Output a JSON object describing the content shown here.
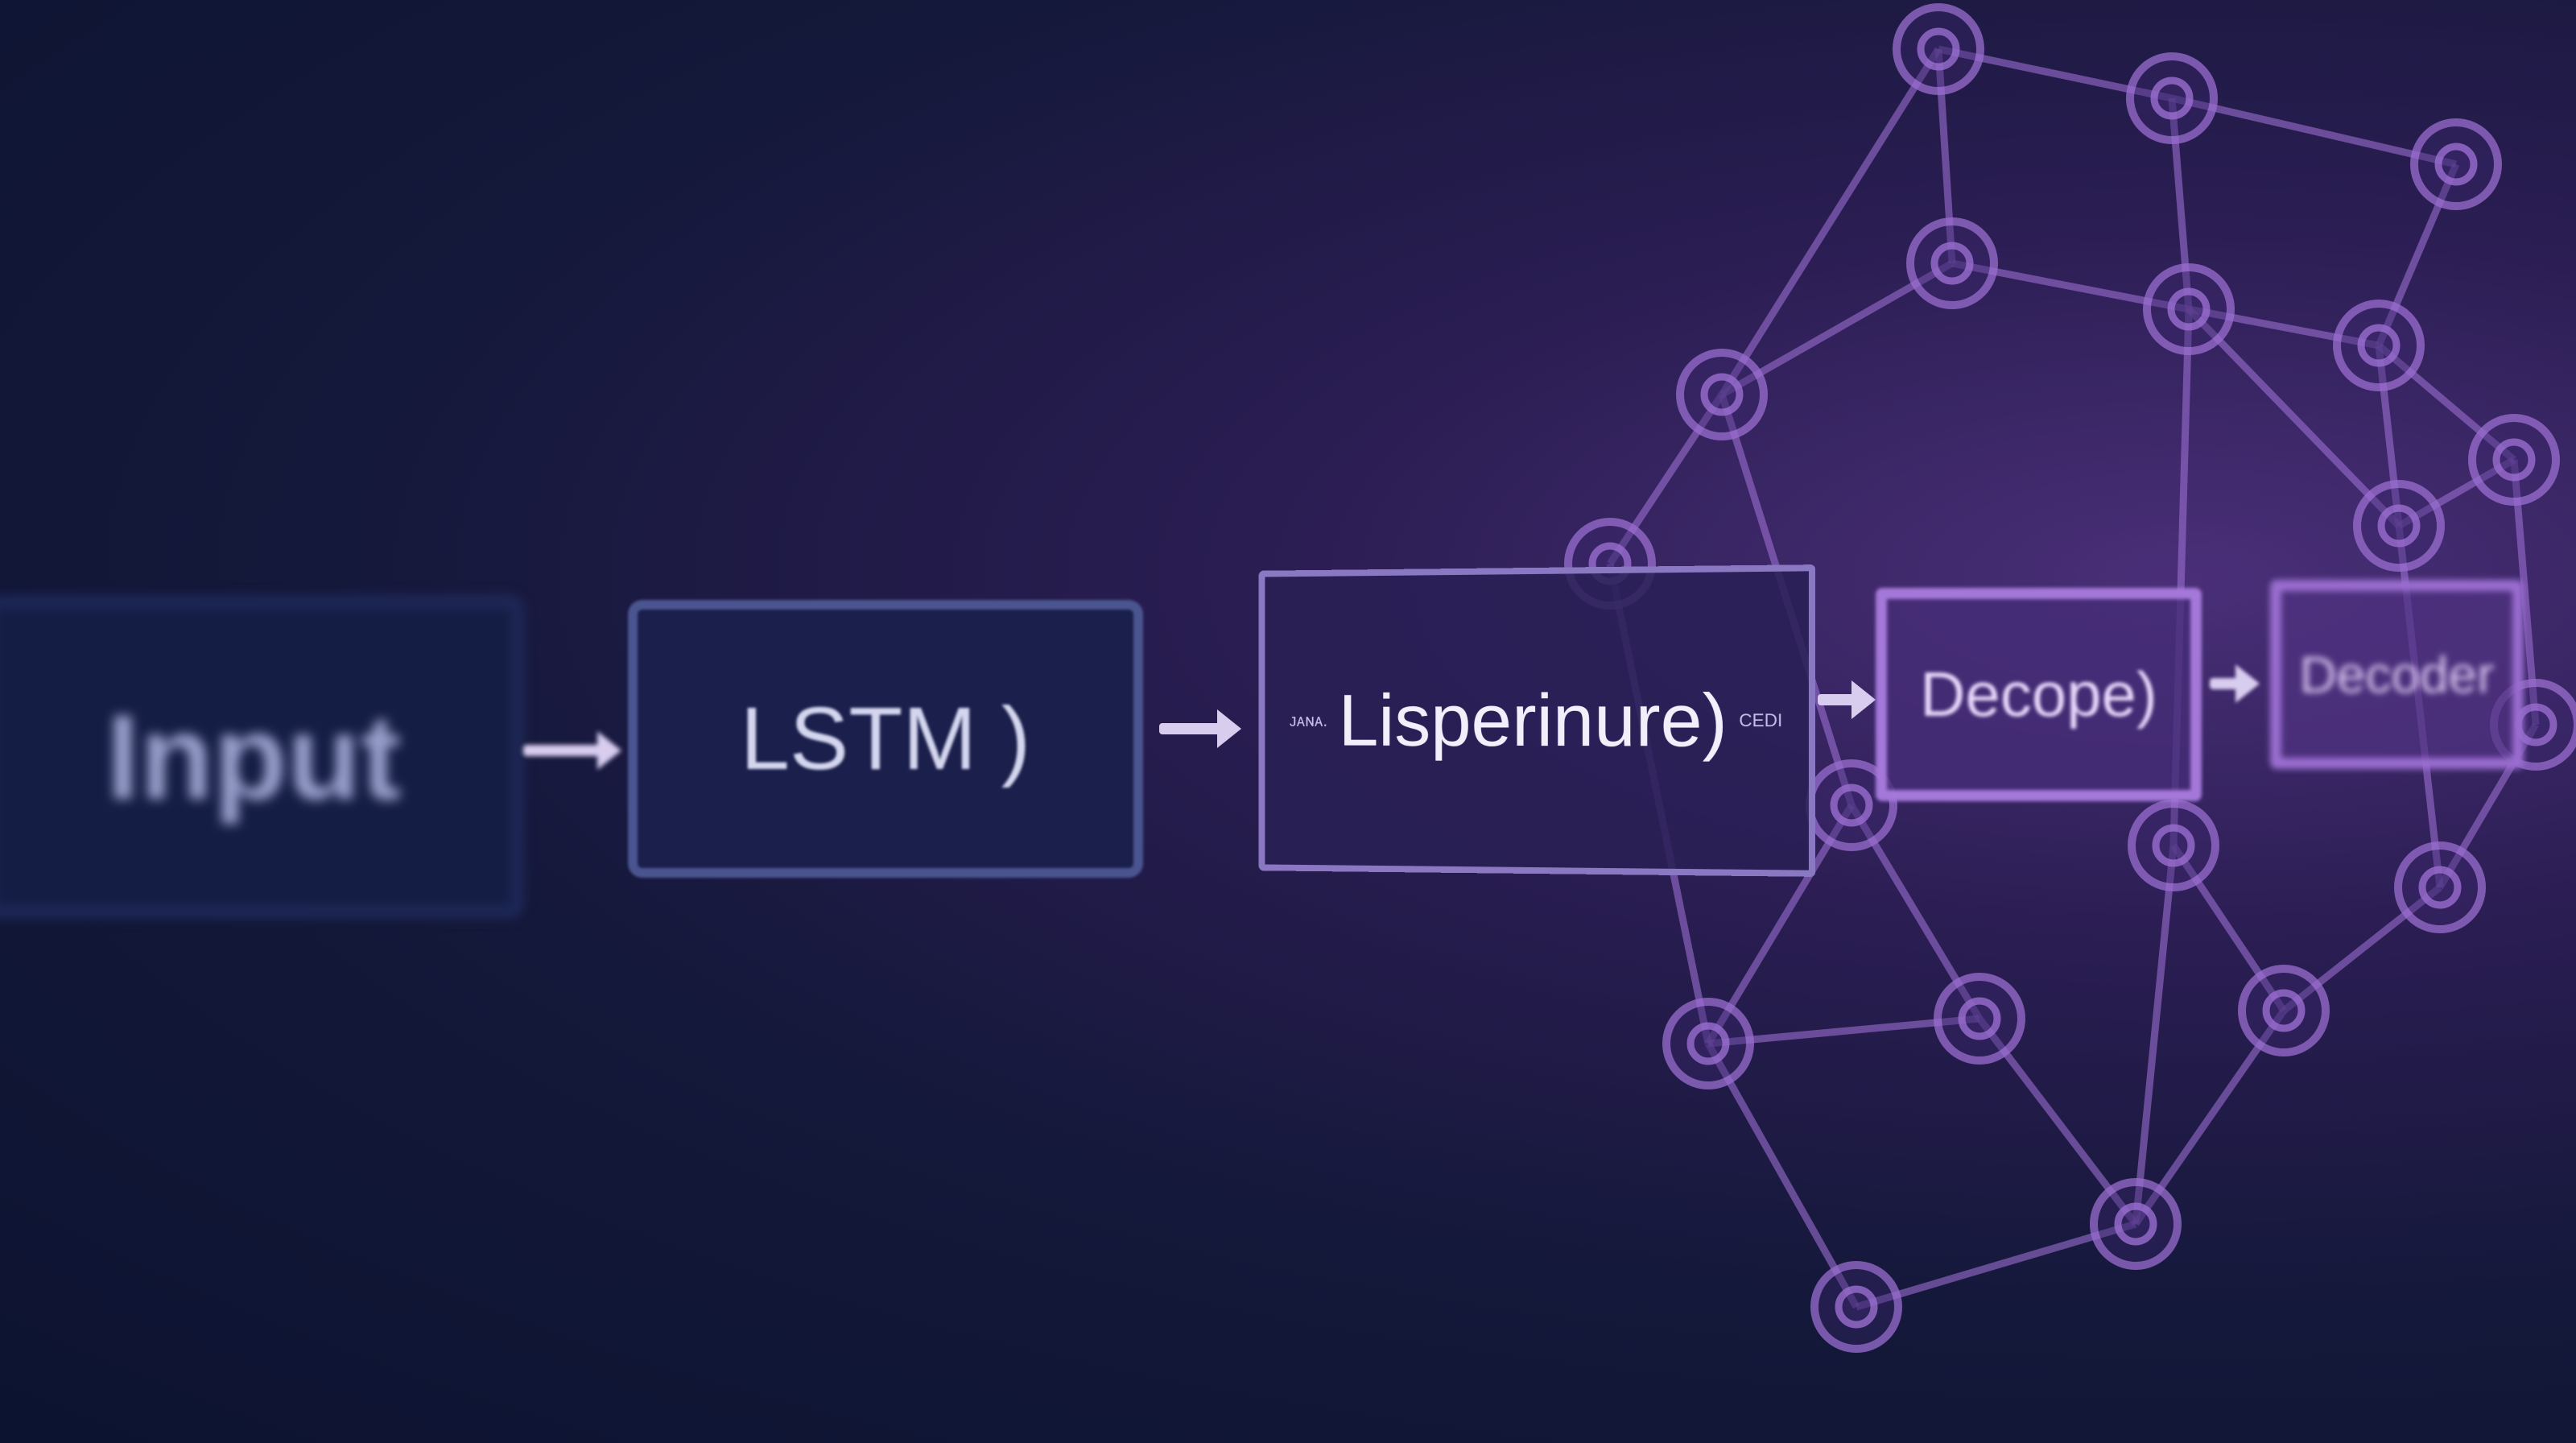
{
  "diagram": {
    "blocks": [
      {
        "id": "input",
        "label": "Input"
      },
      {
        "id": "lstm",
        "label": "LSTM )"
      },
      {
        "id": "lisp",
        "label": "Lisperinure)",
        "left_tag": "ᴊᴀɴᴀ.",
        "right_tag": "CEDI"
      },
      {
        "id": "dec1",
        "label": "Decope)"
      },
      {
        "id": "dec2",
        "label": "Decoder"
      }
    ],
    "colors": {
      "background": "#0c1330",
      "network": "#9a6ed0",
      "arrow": "#d8cdef"
    }
  }
}
